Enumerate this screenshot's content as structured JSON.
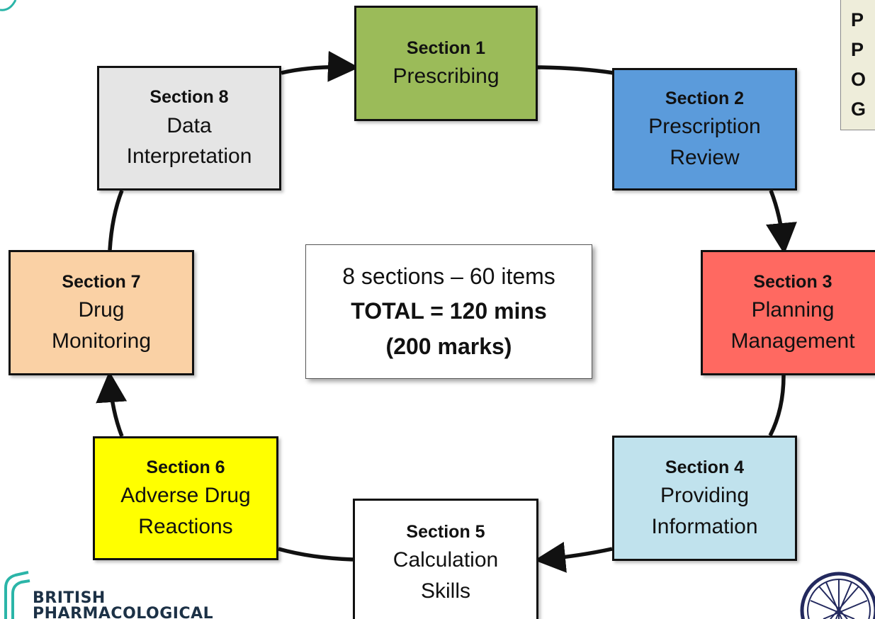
{
  "sections": [
    {
      "number": "Section 1",
      "name": "Prescribing"
    },
    {
      "number": "Section 2",
      "name": "Prescription\nReview"
    },
    {
      "number": "Section 3",
      "name": "Planning\nManagement"
    },
    {
      "number": "Section 4",
      "name": "Providing\nInformation"
    },
    {
      "number": "Section 5",
      "name": "Calculation\nSkills"
    },
    {
      "number": "Section 6",
      "name": "Adverse Drug\nReactions"
    },
    {
      "number": "Section 7",
      "name": "Drug\nMonitoring"
    },
    {
      "number": "Section 8",
      "name": "Data\nInterpretation"
    }
  ],
  "summary": {
    "line1": "8 sections – 60 items",
    "line2": "TOTAL = 120 mins",
    "line3": "(200 marks)"
  },
  "note_partial_letters": [
    "P",
    "P",
    "O",
    "G"
  ],
  "logo": {
    "line1": "BRITISH",
    "line2": "PHARMACOLOGICAL"
  },
  "colors": {
    "section1": "#9BBB59",
    "section2": "#5B9BDB",
    "section3": "#FF6961",
    "section4": "#C0E2ED",
    "section5": "#FFFFFF",
    "section6": "#FFFF00",
    "section7": "#FAD1A5",
    "section8": "#E5E5E5",
    "logo_teal": "#2BB5A8",
    "logo_navy": "#1C3146"
  }
}
